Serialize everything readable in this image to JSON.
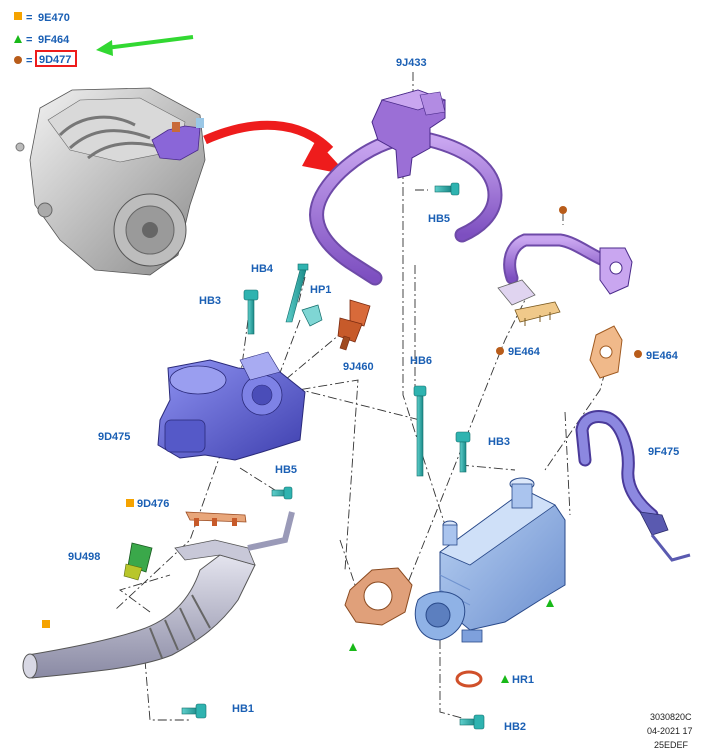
{
  "legend": [
    {
      "code": "9E470",
      "shape": "square",
      "color": "#f5a300"
    },
    {
      "code": "9F464",
      "shape": "triangle",
      "color": "#19b919"
    },
    {
      "code": "9D477",
      "shape": "circle",
      "color": "#b85c1a",
      "highlighted": true
    }
  ],
  "legend_eq": "=",
  "labels": {
    "p9J433": "9J433",
    "hb5_top": "HB5",
    "hb4": "HB4",
    "hb3_left": "HB3",
    "hp1": "HP1",
    "p9J460": "9J460",
    "hb6": "HB6",
    "p9D475": "9D475",
    "hb3_right": "HB3",
    "hb5_mid": "HB5",
    "p9D476": "9D476",
    "p9U498": "9U498",
    "p9E464_left": "9E464",
    "p9E464_right": "9E464",
    "p9F475": "9F475",
    "hr1": "HR1",
    "hb1": "HB1",
    "hb2": "HB2"
  },
  "footer": {
    "line1": "3030820C",
    "line2": "04-2021 17",
    "line3": "25EDEF"
  },
  "colors": {
    "label_blue": "#1a5fb4",
    "pipe_purple": "#a477d6",
    "egr_valve_blue": "#6a6ee0",
    "cooler_blue": "#8fb2e6",
    "gasket_orange": "#e8a67a",
    "bolt_teal": "#2fb3b0",
    "sensor_copper": "#c75a2a",
    "sensor_green": "#3aa84a",
    "arrow_red": "#ee1c1c",
    "arrow_green": "#32d832"
  },
  "icons": [
    "orange-square-marker",
    "green-triangle-marker",
    "brown-circle-marker"
  ]
}
